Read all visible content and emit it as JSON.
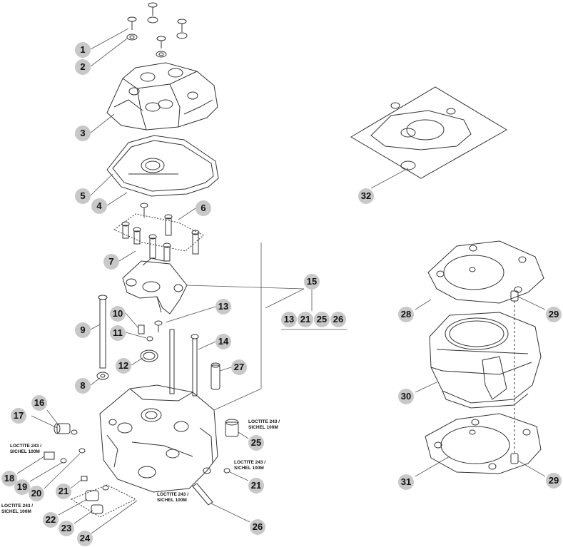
{
  "diagram": {
    "callouts": {
      "c1": "1",
      "c2": "2",
      "c3": "3",
      "c4": "4",
      "c5": "5",
      "c6": "6",
      "c7": "7",
      "c8": "8",
      "c9": "9",
      "c10": "10",
      "c11": "11",
      "c12": "12",
      "c13": "13",
      "c14": "14",
      "c15": "15",
      "c15_sub1": "13",
      "c15_sub2": "21",
      "c15_sub3": "25",
      "c15_sub4": "26",
      "c16": "16",
      "c17": "17",
      "c18": "18",
      "c19": "19",
      "c20": "20",
      "c21a": "21",
      "c21b": "21",
      "c22": "22",
      "c23": "23",
      "c24": "24",
      "c25": "25",
      "c26": "26",
      "c27": "27",
      "c28": "28",
      "c29a": "29",
      "c29b": "29",
      "c30": "30",
      "c31": "31",
      "c32": "32"
    },
    "notes": {
      "loctite_a_1": "LOCTITE 243 /",
      "loctite_a_2": "SICHEL 100M",
      "loctite_b_1": "LOCTITE 243 /",
      "loctite_b_2": "SICHEL 100M",
      "loctite_c_1": "LOCTITE 243 /",
      "loctite_c_2": "SICHEL 100M",
      "loctite_d_1": "LOCTITE 243 /",
      "loctite_d_2": "SICHEL 100M",
      "loctite_e_1": "LOCTITE 243 /",
      "loctite_e_2": "SICHEL 100M"
    }
  },
  "colors": {
    "callout_fill": "#c8c8c8",
    "line": "#333333",
    "text": "#111111"
  }
}
